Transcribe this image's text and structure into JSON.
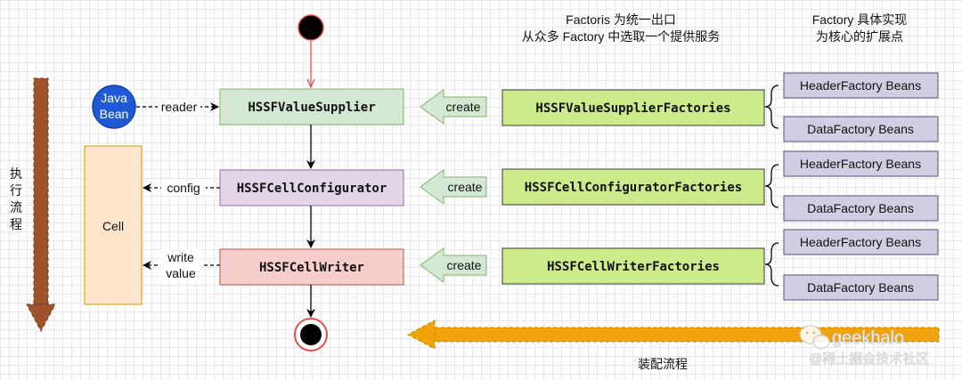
{
  "header": {
    "factoris_line1": "Factoris 为统一出口",
    "factoris_line2": "从众多 Factory 中选取一个提供服务",
    "factory_line1": "Factory 具体实现",
    "factory_line2": "为核心的扩展点"
  },
  "flow": {
    "execution_label": [
      "执",
      "行",
      "流",
      "程"
    ],
    "assembly_label": "装配流程"
  },
  "nodes": {
    "java_bean": [
      "Java",
      "Bean"
    ],
    "cell": "Cell",
    "value_supplier": "HSSFValueSupplier",
    "cell_configurator": "HSSFCellConfigurator",
    "cell_writer": "HSSFCellWriter",
    "value_supplier_factories": "HSSFValueSupplierFactories",
    "cell_configurator_factories": "HSSFCellConfiguratorFactories",
    "cell_writer_factories": "HSSFCellWriterFactories",
    "header_factory_beans": "HeaderFactory Beans",
    "data_factory_beans": "DataFactory Beans"
  },
  "edges": {
    "reader": "reader",
    "config": "config",
    "write": "write",
    "value": "value",
    "create": "create"
  },
  "watermark": {
    "brand": "geekhalo",
    "site": "@稀土掘金技术社区"
  },
  "colors": {
    "green_fill": "#cdeb8b",
    "green_stroke": "#36393d",
    "supplier_fill": "#d5e8d4",
    "configurator_fill": "#e1d5e7",
    "writer_fill": "#f8cecc",
    "cell_fill": "#ffe6cc",
    "bean_fill": "#d0cee2",
    "java_bean_fill": "#1f59d6",
    "execution_arrow": "#a0522d",
    "assembly_arrow": "#f0a30a"
  }
}
